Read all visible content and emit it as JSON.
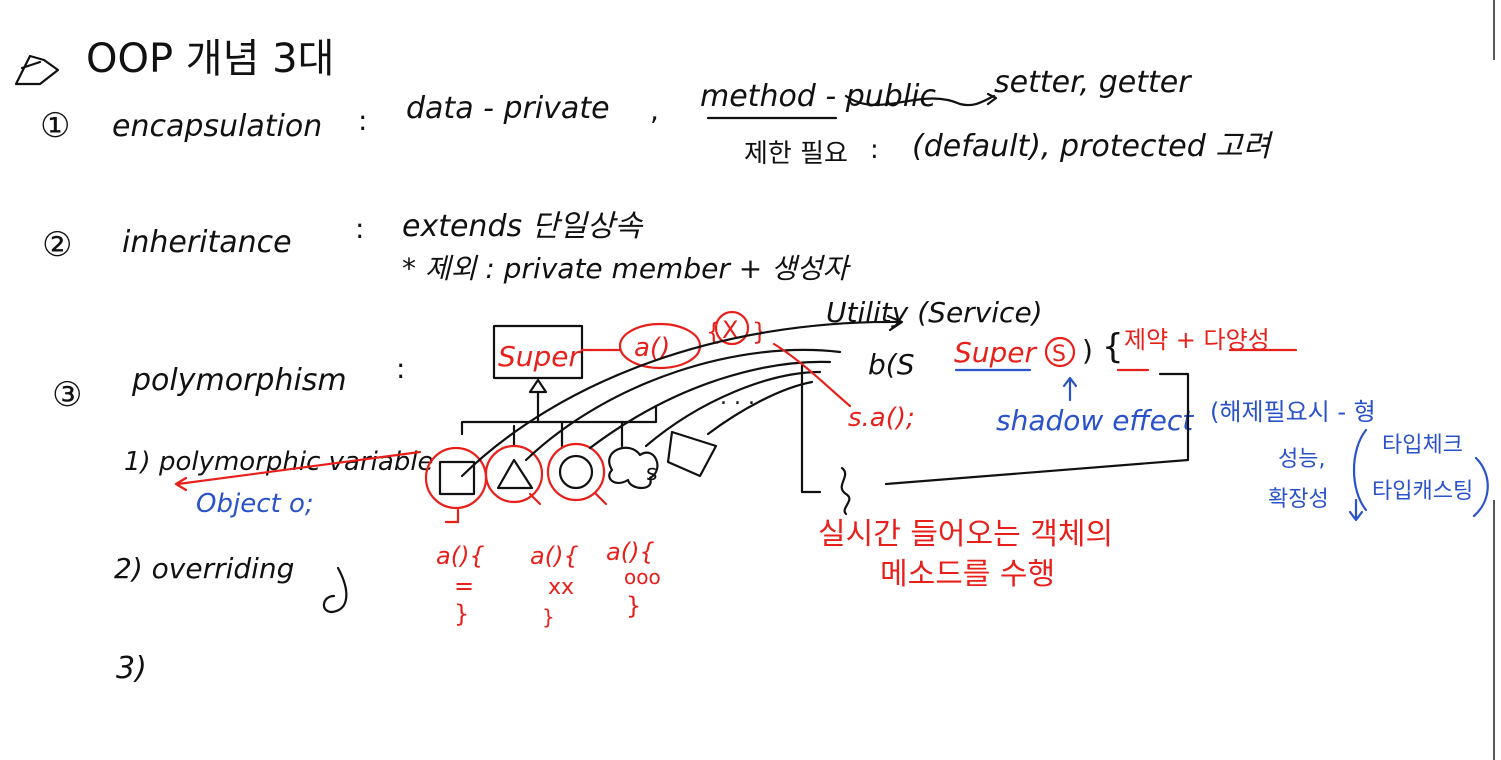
{
  "title": "OOP 개념 3대",
  "encapsulation": {
    "num": "①",
    "term": "encapsulation",
    "colon": ":",
    "data_rule": "data - private",
    "comma": ",",
    "method_rule": "method - public",
    "accessors": "setter, getter",
    "restriction": "제한 필요",
    "colon2": ":",
    "others": "(default), protected 고려"
  },
  "inheritance": {
    "num": "②",
    "term": "inheritance",
    "colon": ":",
    "extends": "extends 단일상속",
    "exception": "* 제외 : private member + 생성자"
  },
  "polymorphism": {
    "num": "③",
    "term": "polymorphism",
    "colon": ":",
    "item1": "1) polymorphic variable",
    "object_decl": "Object o;",
    "item2": "2) overriding",
    "item3": "3)"
  },
  "diagram": {
    "super_box": "Super",
    "super_method": "a()",
    "x_mark": "X",
    "brace": "{",
    "utility": "Utility (Service)",
    "b_call_prefix": "b(S",
    "b_call_type": "Super",
    "b_call_param": "S",
    "b_call_close": ")",
    "constraint": "제약 + 다양성",
    "s_call": "s.a();",
    "shadow": "shadow effect",
    "release": "(해제필요시 - 형",
    "performance": "성능,",
    "type_check": "타입체크",
    "type_cast": "타입캐스팅",
    "extensibility": "확장성",
    "runtime_1": "실시간 들어오는 객체의",
    "runtime_2": "메소드를 수행",
    "child_method": "a(){",
    "child_body_1": "=",
    "child_body_2": "xx",
    "child_body_3": "ooo",
    "close_brace": "}",
    "s_label": "s",
    "dots": ". . ."
  }
}
